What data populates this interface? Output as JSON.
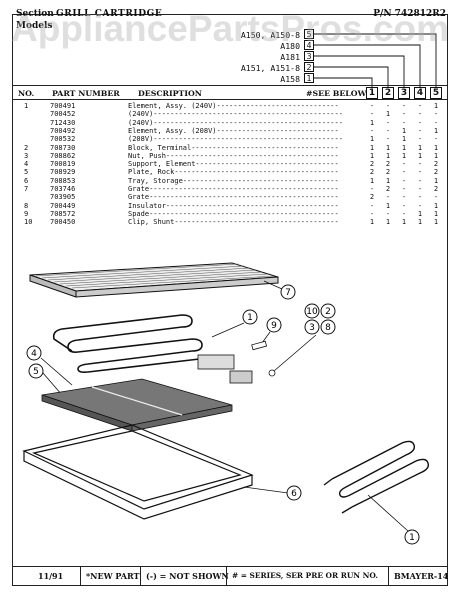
{
  "watermark": "AppliancePartsPros.com",
  "header": {
    "section_label": "Section",
    "section_title": "GRILL CARTRIDGE",
    "pn": "P/N 742812R2",
    "model_label": "Models"
  },
  "models": [
    {
      "name": "A150, A150-8",
      "box": "5"
    },
    {
      "name": "A180",
      "box": "4"
    },
    {
      "name": "A181",
      "box": "3"
    },
    {
      "name": "A151, A151-8",
      "box": "2"
    },
    {
      "name": "A158",
      "box": "1"
    }
  ],
  "columns": {
    "no": "NO.",
    "part_number": "PART NUMBER",
    "description": "DESCRIPTION",
    "see_below": "#SEE BELOW",
    "boxes": [
      "1",
      "2",
      "3",
      "4",
      "5"
    ]
  },
  "rows": [
    {
      "no": "1",
      "pn": "700491",
      "desc": "Element, Assy. (240V)-----------------------------",
      "q": [
        "-",
        "-",
        "-",
        "-",
        "1"
      ]
    },
    {
      "no": "",
      "pn": "700452",
      "desc": "(240V)---------------------------------------------",
      "q": [
        "-",
        "1",
        "-",
        "-",
        "-"
      ]
    },
    {
      "no": "",
      "pn": "712430",
      "desc": "(240V)---------------------------------------------",
      "q": [
        "1",
        "-",
        "-",
        "-",
        "-"
      ]
    },
    {
      "no": "",
      "pn": "700492",
      "desc": "Element, Assy. (208V)-----------------------------",
      "q": [
        "-",
        "-",
        "1",
        "-",
        "1"
      ]
    },
    {
      "no": "",
      "pn": "700532",
      "desc": "(208V)---------------------------------------------",
      "q": [
        "1",
        "-",
        "1",
        "-",
        "-"
      ]
    },
    {
      "no": "2",
      "pn": "708730",
      "desc": "Block, Terminal-----------------------------------",
      "q": [
        "1",
        "1",
        "1",
        "1",
        "1"
      ]
    },
    {
      "no": "3",
      "pn": "708862",
      "desc": "Nut, Push-----------------------------------------",
      "q": [
        "1",
        "1",
        "1",
        "1",
        "1"
      ]
    },
    {
      "no": "4",
      "pn": "700819",
      "desc": "Support, Element----------------------------------",
      "q": [
        "2",
        "2",
        "-",
        "-",
        "2"
      ]
    },
    {
      "no": "5",
      "pn": "708929",
      "desc": "Plate, Rock---------------------------------------",
      "q": [
        "2",
        "2",
        "-",
        "-",
        "2"
      ]
    },
    {
      "no": "6",
      "pn": "708853",
      "desc": "Tray, Storage-------------------------------------",
      "q": [
        "1",
        "1",
        "-",
        "-",
        "1"
      ]
    },
    {
      "no": "7",
      "pn": "703746",
      "desc": "Grate---------------------------------------------",
      "q": [
        "-",
        "2",
        "-",
        "-",
        "2"
      ]
    },
    {
      "no": "",
      "pn": "703905",
      "desc": "Grate---------------------------------------------",
      "q": [
        "2",
        "-",
        "-",
        "-",
        "-"
      ]
    },
    {
      "no": "8",
      "pn": "700449",
      "desc": "Insulator-----------------------------------------",
      "q": [
        "-",
        "1",
        "-",
        "-",
        "1"
      ]
    },
    {
      "no": "9",
      "pn": "708572",
      "desc": "Spade---------------------------------------------",
      "q": [
        "-",
        "-",
        "-",
        "1",
        "1"
      ]
    },
    {
      "no": "10",
      "pn": "700450",
      "desc": "Clip, Shunt---------------------------------------",
      "q": [
        "1",
        "1",
        "1",
        "1",
        "1"
      ]
    }
  ],
  "callouts": {
    "c7": "7",
    "c1a": "1",
    "c9": "9",
    "c10": "10",
    "c2": "2",
    "c3": "3",
    "c8": "8",
    "c4": "4",
    "c5": "5",
    "c6": "6",
    "c1b": "1"
  },
  "footer": {
    "date": "11/91",
    "new_part": "*NEW PART",
    "not_shown": "(-) = NOT SHOWN",
    "series": "# = SERIES, SER PRE OR RUN NO.",
    "code": "BMAYER-14"
  }
}
